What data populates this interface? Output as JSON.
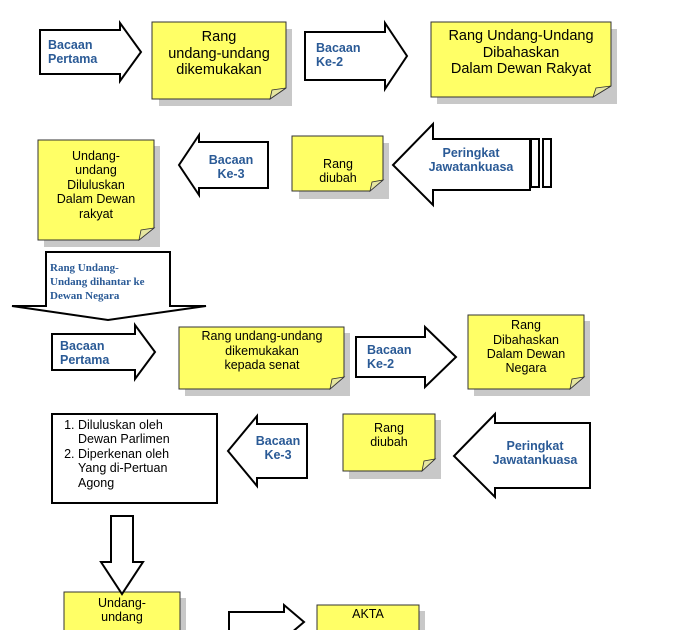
{
  "colors": {
    "note": "#ffff66",
    "note_border": "#333333",
    "shadow": "#c8c8c8",
    "label": "#2a5a96"
  },
  "row1": {
    "bacaan_pertama": "Bacaan\nPertama",
    "rang_dikemukakan": "Rang\nundang-undang\ndikemukakan",
    "bacaan_ke2": "Bacaan\nKe-2",
    "rang_dibahaskan": "Rang Undang-Undang\nDibahaskan\nDalam Dewan Rakyat"
  },
  "row2": {
    "undang_diluluskan": "Undang-\nundang\nDiluluskan\nDalam Dewan\nrakyat",
    "bacaan_ke3": "Bacaan\nKe-3",
    "rang_diubah": "Rang\ndiubah",
    "peringkat": "Peringkat\nJawatankuasa"
  },
  "transfer": {
    "label": "Rang Undang-\nUndang dihantar ke\nDewan Negara"
  },
  "row3": {
    "bacaan_pertama": "Bacaan\nPertama",
    "rang_senat": "Rang undang-undang\ndikemukakan\nkepada senat",
    "bacaan_ke2": "Bacaan\nKe-2",
    "rang_dibahaskan": "Rang\nDibahaskan\nDalam Dewan\nNegara"
  },
  "row4": {
    "item1": "Diluluskan oleh\nDewan Parlimen",
    "item2": "Diperkenan oleh\nYang di-Pertuan\nAgong",
    "bacaan_ke3": "Bacaan\nKe-3",
    "rang_diubah": "Rang\ndiubah",
    "peringkat": "Peringkat\nJawatankuasa"
  },
  "row5": {
    "undang": "Undang-\nundang",
    "akta": "AKTA"
  }
}
